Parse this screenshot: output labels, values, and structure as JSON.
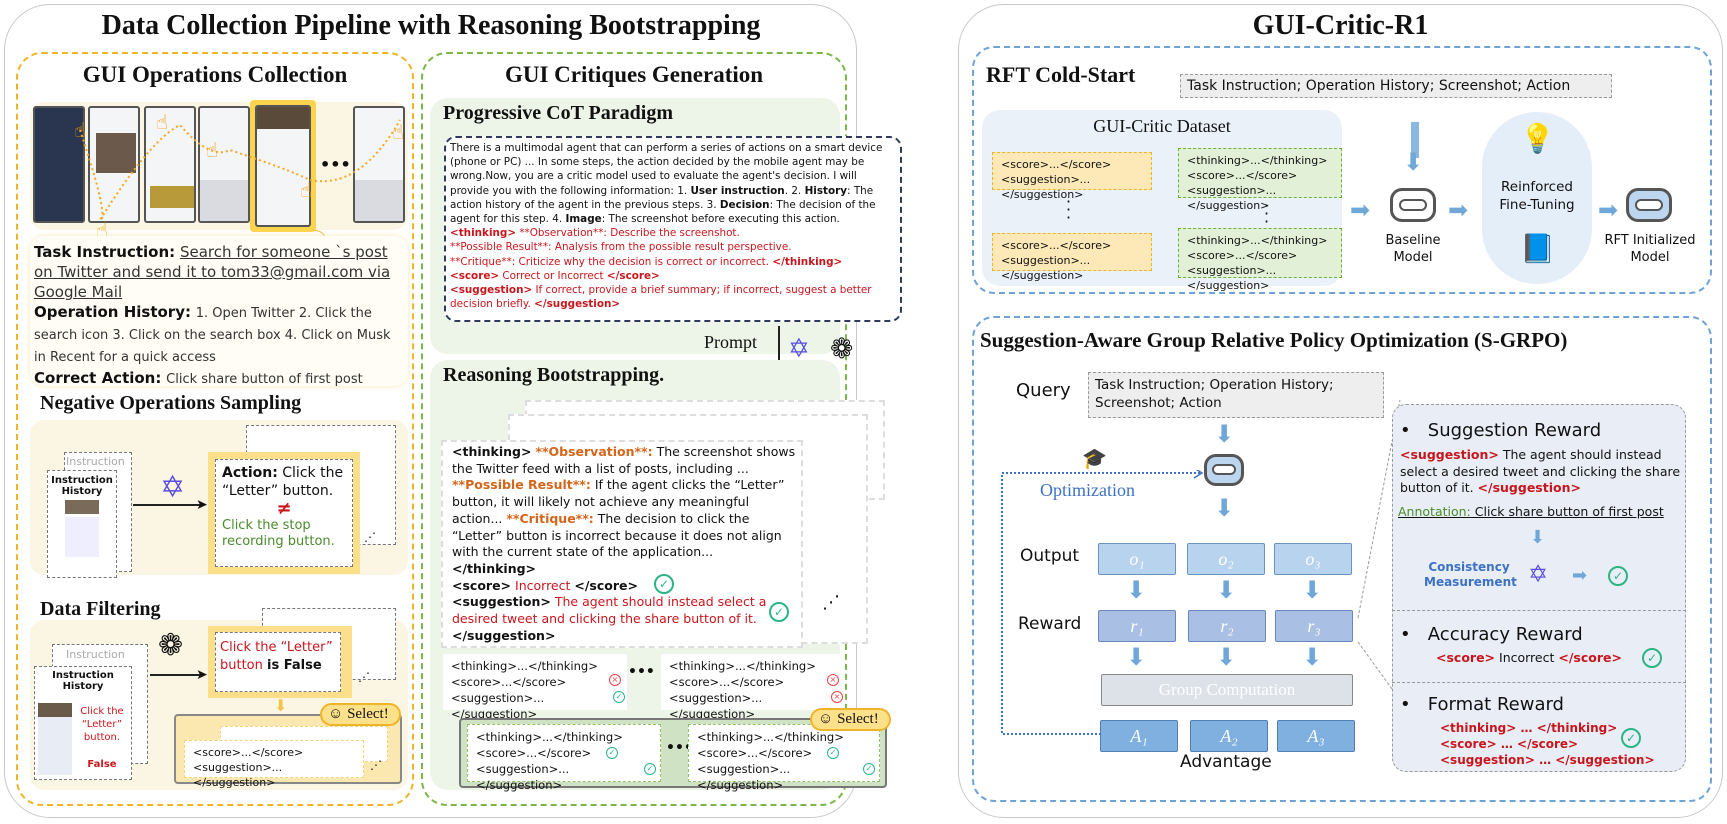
{
  "left_panel": {
    "title": "Data Collection Pipeline with Reasoning Bootstrapping",
    "ops_collection": {
      "title": "GUI Operations Collection",
      "ellipsis": "•••",
      "task_label": "Task Instruction:",
      "task_text": "Search for someone `s post on Twitter and send it to tom33@gmail.com via Google Mail",
      "history_label": "Operation History:",
      "history_text": "1. Open Twitter 2. Click the search icon 3. Click on the search box 4. Click on Musk in Recent for a quick access",
      "action_label": "Correct Action:",
      "action_text": "Click share button of first post"
    },
    "negative_sampling": {
      "title": "Negative Operations Sampling",
      "stack_back": "Instruction",
      "stack_front_l1": "Instruction",
      "stack_front_l2": "History",
      "action_label": "Action:",
      "action_text": "Click the “Letter” button.",
      "not_equal": "≠",
      "correct_text": "Click the stop recording button."
    },
    "data_filtering": {
      "title": "Data Filtering",
      "stack_back": "Instruction",
      "stack_front_l1": "Instruction",
      "stack_front_l2": "History",
      "side_red": "Click the “Letter” button.",
      "side_false": "False",
      "judge_red": "Click the “Letter” button",
      "judge_black": "is False",
      "select_label": "Select!",
      "out_l1": "<score>...</score>",
      "out_l2": "<suggestion>...</suggestion>"
    }
  },
  "middle_panel": {
    "title": "GUI Critiques Generation",
    "cot": {
      "title": "Progressive CoT Paradigm",
      "intro": "There is a multimodal agent that can perform a series of actions on a smart device (phone or PC) ... In some steps, the action decided by the mobile agent may be wrong.Now, you are a critic model used to evaluate the agent's decision. I will provide you with the following information: 1.",
      "b1": "User instruction",
      "t1": ". 2.",
      "b2": "History",
      "t2": ": The action history of the agent in the previous steps.  3.",
      "b3": "Decision",
      "t3": ": The decision of the agent for this step. 4.",
      "b4": "Image",
      "t4": ": The screenshot before executing this action.",
      "r1_tag": "<thinking>",
      "r1_text": " **Observation**: Describe the screenshot.",
      "r2_text": "**Possible Result**: Analysis from the possible result perspective.",
      "r3_text": "**Critique**: Criticize why the decision is correct or incorrect. ",
      "r3_tag": "</thinking>",
      "r4_tag": "<score>",
      "r4_text": " Correct or Incorrect ",
      "r4_end": "</score>",
      "r5_tag": "<suggestion>",
      "r5_text": " If correct, provide a brief summary; if incorrect, suggest a better decision briefly. ",
      "r5_end": "</suggestion>"
    },
    "prompt_label": "Prompt",
    "bootstrap": {
      "title": "Reasoning Bootstrapping.",
      "thinking_open": "<thinking>",
      "obs_label": "**Observation**:",
      "obs_text": "The screenshot shows the Twitter feed with a list of posts, including ...",
      "res_label": "**Possible Result**:",
      "res_text": "If the agent clicks the “Letter” button, it will likely not achieve any meaningful action...",
      "crit_label": "**Critique**:",
      "crit_text": "The decision to click the “Letter” button is incorrect because it does not align with the current state of the application...",
      "thinking_close": "</thinking>",
      "score_open": "<score>",
      "score_val": "Incorrect",
      "score_close": "</score>",
      "sugg_open": "<suggestion>",
      "sugg_val": "The agent should instead select a desired tweet and clicking the share button of it.",
      "sugg_close": "</suggestion>",
      "small_l1": "<thinking>...</thinking>",
      "small_l2": "<score>...</score>",
      "small_l3": "<suggestion>...</suggestion>",
      "ellipsis": "•••",
      "select_label": "Select!"
    }
  },
  "right_panel": {
    "title": "GUI-Critic-R1",
    "cold_start": {
      "title": "RFT Cold-Start",
      "input": "Task Instruction; Operation History; Screenshot; Action",
      "dataset_title": "GUI-Critic Dataset",
      "l_score": "<score>...</score>",
      "l_sugg": "<suggestion>...</suggestion>",
      "l_think": "<thinking>...</thinking>",
      "baseline": "Baseline Model",
      "rft": "Reinforced Fine-Tuning",
      "rft_model": "RFT Initialized Model"
    },
    "sgrpo": {
      "title": "Suggestion-Aware Group Relative Policy Optimization (S-GRPO)",
      "query_label": "Query",
      "query_text": "Task Instruction; Operation History; Screenshot; Action",
      "optimization": "Optimization",
      "output_label": "Output",
      "reward_label": "Reward",
      "outputs": [
        "o₁",
        "o₂",
        "o₃"
      ],
      "rewards": [
        "r₁",
        "r₂",
        "r₃"
      ],
      "group": "Group Computation",
      "advantages": [
        "A₁",
        "A₂",
        "A₃"
      ],
      "advantage_label": "Advantage",
      "sugg_reward": {
        "title": "Suggestion Reward",
        "open": "<suggestion>",
        "text": " The agent should instead select a desired tweet and clicking the share button of it. ",
        "close": "</suggestion>",
        "ann_label": "Annotation:",
        "ann_text": " Click share button of first post",
        "consistency": "Consistency Measurement"
      },
      "acc_reward": {
        "title": "Accuracy Reward",
        "open": "<score>",
        "text": " Incorrect ",
        "close": "</score>"
      },
      "fmt_reward": {
        "title": "Format Reward",
        "l1": "<thinking> … </thinking>",
        "l2": "<score> … </score>",
        "l3": "<suggestion> … </suggestion>"
      }
    }
  },
  "colors": {
    "accent_red": "#c8161d",
    "accent_orange": "#d4651a",
    "accent_green": "#4a8b2c",
    "yellow_dash": "#f0b429",
    "green_dash": "#7ab648",
    "blue_dash": "#6fa3d6",
    "check_green": "#2bb584"
  }
}
